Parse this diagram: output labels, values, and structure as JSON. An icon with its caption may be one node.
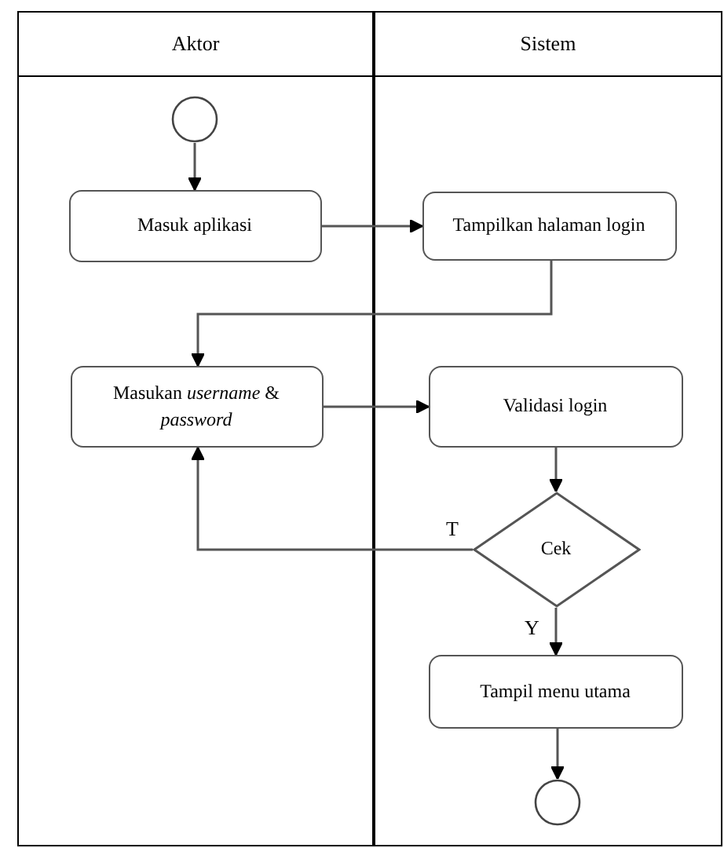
{
  "diagram": {
    "nodes": [
      {
        "text": [
          "Aktor"
        ]
      },
      {
        "text": [
          "Sistem"
        ]
      },
      {
        "text": [],
        "shape": "circle",
        "in": 0
      },
      {
        "text": [
          "Masuk aplikasi"
        ],
        "in": 0
      },
      {
        "text": [
          "Tampilkan halaman login"
        ],
        "in": 1
      },
      {
        "text": [
          "Masukan *username* & *password*"
        ],
        "in": 0
      },
      {
        "text": [
          "Validasi login"
        ],
        "in": 1
      },
      {
        "text": [
          "Cek"
        ],
        "in": 1
      },
      {
        "text": [
          "Tampil menu utama"
        ],
        "in": 1
      },
      {
        "text": [],
        "shape": "circle",
        "in": 1
      }
    ],
    "edges": [
      {
        "from": 2,
        "to": 3,
        "arrow": "to"
      },
      {
        "from": 3,
        "to": 4,
        "arrow": "to"
      },
      {
        "from": 4,
        "to": 5,
        "arrow": "to"
      },
      {
        "from": 5,
        "to": 6,
        "arrow": "to"
      },
      {
        "from": 6,
        "to": 7,
        "arrow": "to"
      },
      {
        "from": 7,
        "to": 5,
        "arrow": "to",
        "label": "T"
      },
      {
        "from": 7,
        "to": 8,
        "arrow": "to",
        "label": "Y"
      },
      {
        "from": 8,
        "to": 9,
        "arrow": "to"
      }
    ]
  }
}
